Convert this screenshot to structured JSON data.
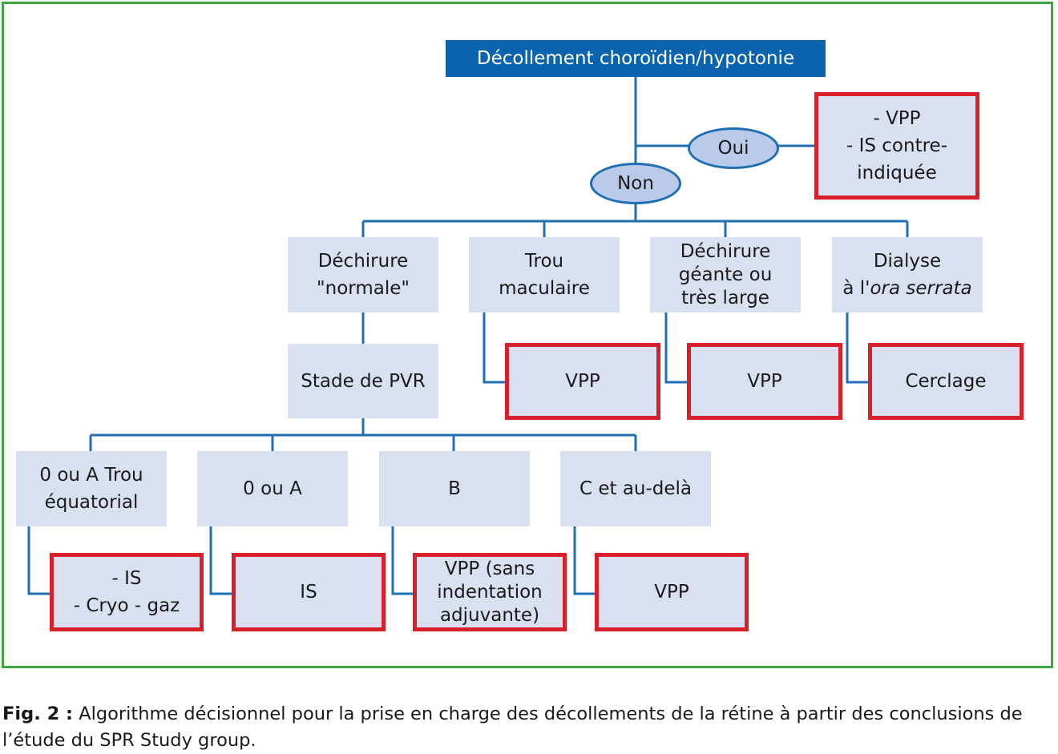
{
  "root": "Décollement choroïdien/hypotonie",
  "decision": {
    "yes": "Oui",
    "no": "Non"
  },
  "yes_outcome": "- VPP\n- IS contre-\nindiquée",
  "categories": [
    {
      "label": "Déchirure\n\"normale\""
    },
    {
      "label": "Trou\nmaculaire",
      "outcome": "VPP"
    },
    {
      "label": "Déchirure\ngéante ou\ntrès large",
      "outcome": "VPP"
    },
    {
      "label_prefix": "Dialyse\nà l'",
      "label_italic": "ora serrata",
      "outcome": "Cerclage"
    }
  ],
  "pvr": {
    "label": "Stade de PVR",
    "stages": [
      {
        "label": "0 ou A Trou\néquatorial",
        "outcome": "- IS\n- Cryo - gaz"
      },
      {
        "label": "0 ou A",
        "outcome": "IS"
      },
      {
        "label": "B",
        "outcome": "VPP (sans\nindentation\nadjuvante)"
      },
      {
        "label": "C et au-delà",
        "outcome": "VPP"
      }
    ]
  },
  "caption": {
    "label": "Fig. 2 :",
    "text": " Algorithme décisionnel pour la prise en charge des décollements de la rétine à partir des conclusions de l’étude du SPR Study group."
  }
}
